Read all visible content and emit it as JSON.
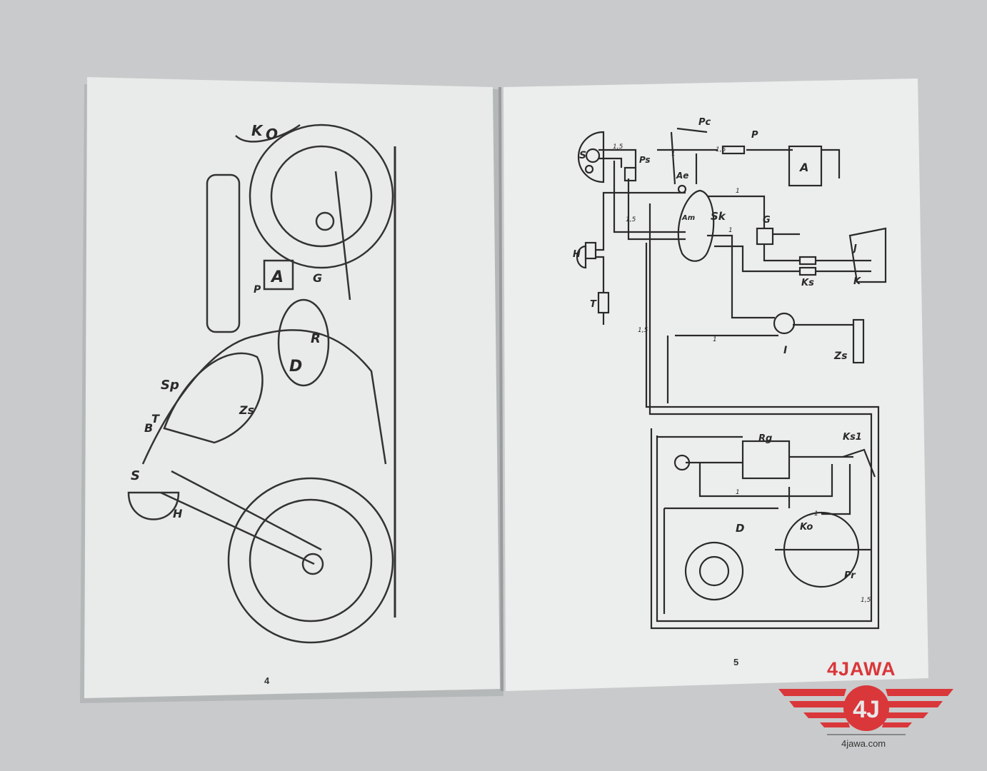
{
  "booklet": {
    "left_page": {
      "page_number": "4",
      "labels": [
        "K",
        "O",
        "Sp",
        "A",
        "G",
        "P",
        "R",
        "D",
        "Zs",
        "B",
        "T",
        "S",
        "H"
      ]
    },
    "right_page": {
      "page_number": "5",
      "component_labels": [
        "S",
        "Ps",
        "Pc",
        "P",
        "A",
        "Ae",
        "Sk",
        "Am",
        "G",
        "J",
        "K",
        "Ks",
        "H",
        "T",
        "I",
        "Zs",
        "Rg",
        "Ks1",
        "D",
        "Ko",
        "Pr"
      ],
      "wire_gauges": [
        "1,5",
        "1",
        "1,5",
        "1",
        "1,5",
        "1",
        "1",
        "1,5",
        "1",
        "1",
        "1,5"
      ]
    }
  },
  "watermark": {
    "brand": "4JAWA",
    "emblem": "4J",
    "url": "4jawa.com",
    "color": "#d9373a"
  }
}
